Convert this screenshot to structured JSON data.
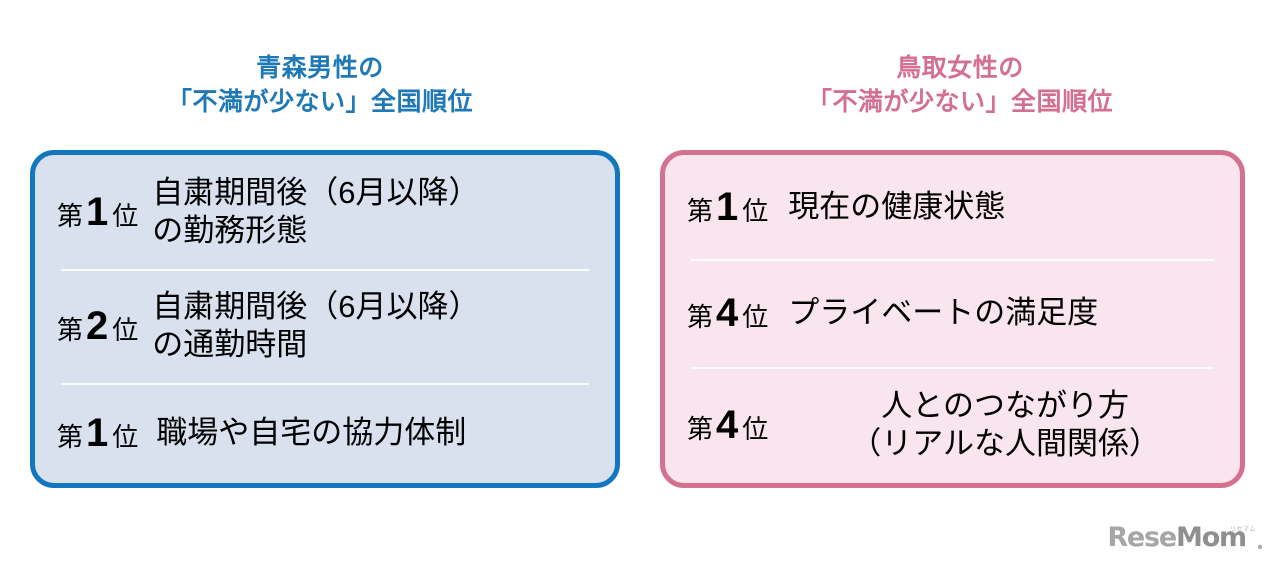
{
  "colors": {
    "blue_accent": "#1377bf",
    "blue_title": "#1f79b7",
    "blue_card_fill": "#d9e1ef",
    "pink_accent": "#d4718f",
    "pink_title": "#d4708f",
    "pink_card_fill": "#f8e5ee",
    "text": "#000000",
    "logo_grey": "#a6a6a6"
  },
  "panels": [
    {
      "id": "aomori-male",
      "title": "青森男性の\n「不満が少ない」全国順位",
      "rows": [
        {
          "rank_prefix": "第",
          "rank_number": "1",
          "rank_suffix": "位",
          "label": "自粛期間後（6月以降）\nの勤務形態"
        },
        {
          "rank_prefix": "第",
          "rank_number": "2",
          "rank_suffix": "位",
          "label": "自粛期間後（6月以降）\nの通勤時間"
        },
        {
          "rank_prefix": "第",
          "rank_number": "1",
          "rank_suffix": "位",
          "label": "職場や自宅の協力体制"
        }
      ]
    },
    {
      "id": "tottori-female",
      "title": "鳥取女性の\n「不満が少ない」全国順位",
      "rows": [
        {
          "rank_prefix": "第",
          "rank_number": "1",
          "rank_suffix": "位",
          "label": "現在の健康状態"
        },
        {
          "rank_prefix": "第",
          "rank_number": "4",
          "rank_suffix": "位",
          "label": "プライベートの満足度"
        },
        {
          "rank_prefix": "第",
          "rank_number": "4",
          "rank_suffix": "位",
          "label": "人とのつながり方\n（リアルな人間関係）"
        }
      ]
    }
  ],
  "logo": {
    "part1": "Rese",
    "part2": "Mom",
    "kana": "リセマム"
  }
}
